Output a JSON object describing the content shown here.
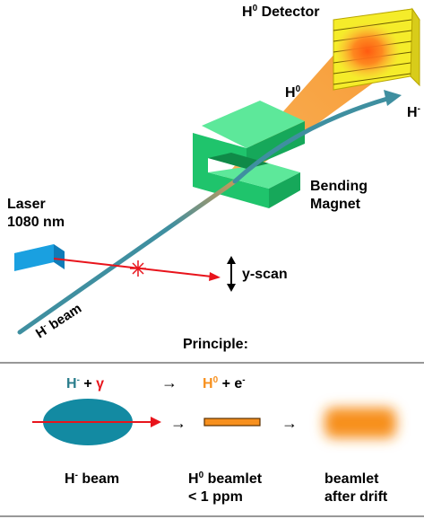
{
  "top": {
    "detector_main": "H",
    "detector_sup": "0",
    "detector_rest": " Detector",
    "h0_main": "H",
    "h0_sup": "0",
    "hminus_main": "H",
    "hminus_sup": "-",
    "magnet_line1": "Bending",
    "magnet_line2": "Magnet",
    "laser_line1": "Laser",
    "laser_line2": "1080 nm",
    "beam_main": "H",
    "beam_sup": "-",
    "beam_rest": " beam",
    "yscan": "y-scan",
    "principle": "Principle:"
  },
  "bottom": {
    "eq_left_main": "H",
    "eq_left_sup": "-",
    "eq_left_plus": " + ",
    "eq_left_gamma": "γ",
    "eq_arrow": "→",
    "eq_right_main": "H",
    "eq_right_sup": "0",
    "eq_right_plus": " + e",
    "eq_right_sup2": "-",
    "arrow1": "→",
    "arrow2": "→",
    "cap1_main": "H",
    "cap1_sup": "-",
    "cap1_rest": " beam",
    "cap2_line1_main": "H",
    "cap2_line1_sup": "0",
    "cap2_line1_rest": " beamlet",
    "cap2_line2": "< 1 ppm",
    "cap3_line1": "beamlet",
    "cap3_line2": "after drift"
  },
  "colors": {
    "beam": "#3f8fa0",
    "laser": "#e8141c",
    "magnet": "#1fc46c",
    "laser_box": "#1aa0e0",
    "detector": "#f5ec2a",
    "h0": "#f7901e",
    "ellipse": "#138aa2"
  }
}
